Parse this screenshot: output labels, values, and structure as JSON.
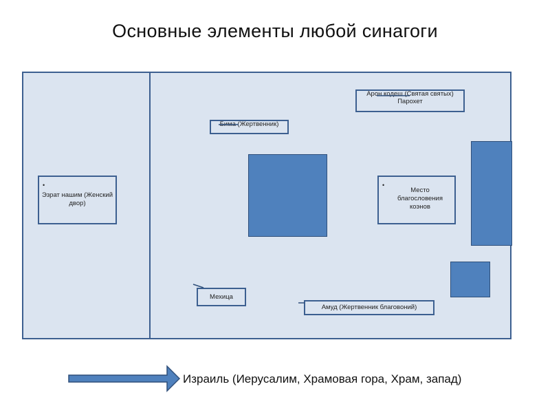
{
  "title": "Основные элементы любой синагоги",
  "labels": {
    "ezrat_nashim": "Эзрат нашим (Женский двор)",
    "aron_kodesh": "Арон кодеш (Святая святых)",
    "parokhet": "Парохет",
    "bima": "Бима (Жертвенник)",
    "mesto": "Место благословения коэнов",
    "mekhitsa": "Мехица",
    "amud": "Амуд (Жертвенник благовоний)"
  },
  "bullet": "•",
  "direction_caption": "Израиль (Иерусалим, Храмовая гора, Храм, запад)",
  "colors": {
    "plan_fill": "#dbe4f0",
    "outline": "#3c5f90",
    "shape_fill": "#4f81bd"
  }
}
